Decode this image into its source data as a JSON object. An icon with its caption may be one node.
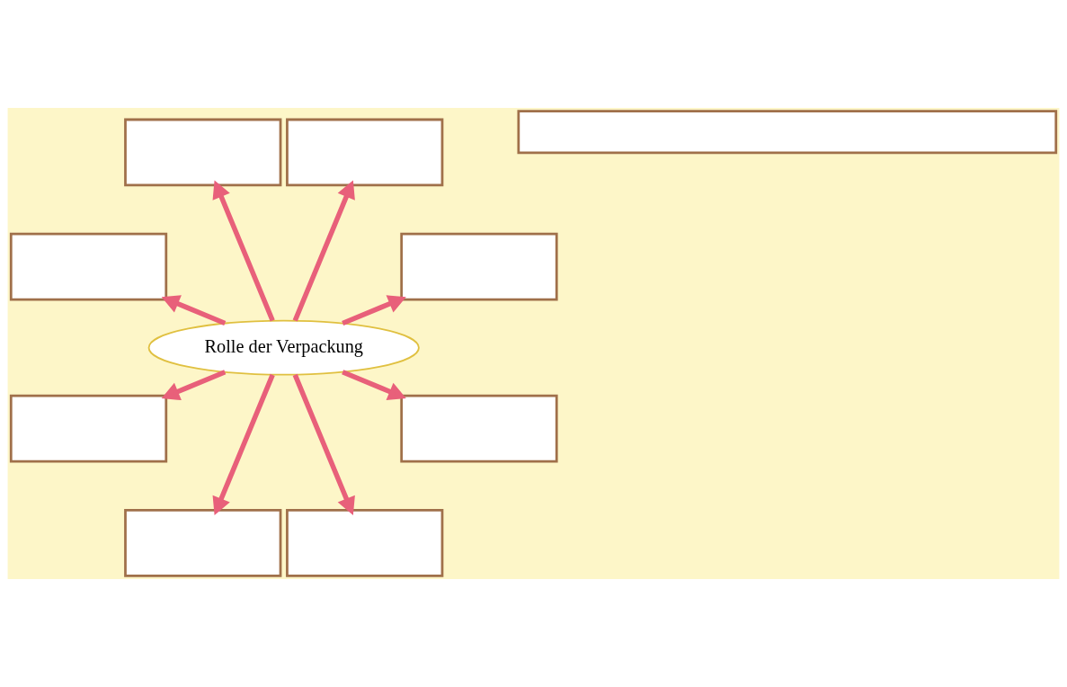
{
  "diagram": {
    "nodes": [
      {
        "text": [],
        "shape": "box"
      },
      {
        "text": [],
        "shape": "box"
      },
      {
        "text": [],
        "shape": "box"
      },
      {
        "text": [],
        "shape": "box"
      },
      {
        "text": [
          "Rolle der Verpackung"
        ]
      },
      {
        "text": [],
        "shape": "box"
      },
      {
        "text": [],
        "shape": "box"
      },
      {
        "text": [],
        "shape": "box"
      },
      {
        "text": [],
        "shape": "box"
      },
      {
        "text": [],
        "shape": "bar"
      }
    ],
    "edges": [
      {
        "from": 4,
        "to": 0,
        "arrow": "to"
      },
      {
        "from": 4,
        "to": 2,
        "arrow": "to"
      },
      {
        "from": 4,
        "to": 5,
        "arrow": "to"
      },
      {
        "from": 4,
        "to": 7,
        "arrow": "to"
      },
      {
        "from": 4,
        "to": 8,
        "arrow": "to"
      },
      {
        "from": 4,
        "to": 6,
        "arrow": "to"
      },
      {
        "from": 4,
        "to": 3,
        "arrow": "to"
      },
      {
        "from": 4,
        "to": 1,
        "arrow": "to"
      }
    ]
  }
}
